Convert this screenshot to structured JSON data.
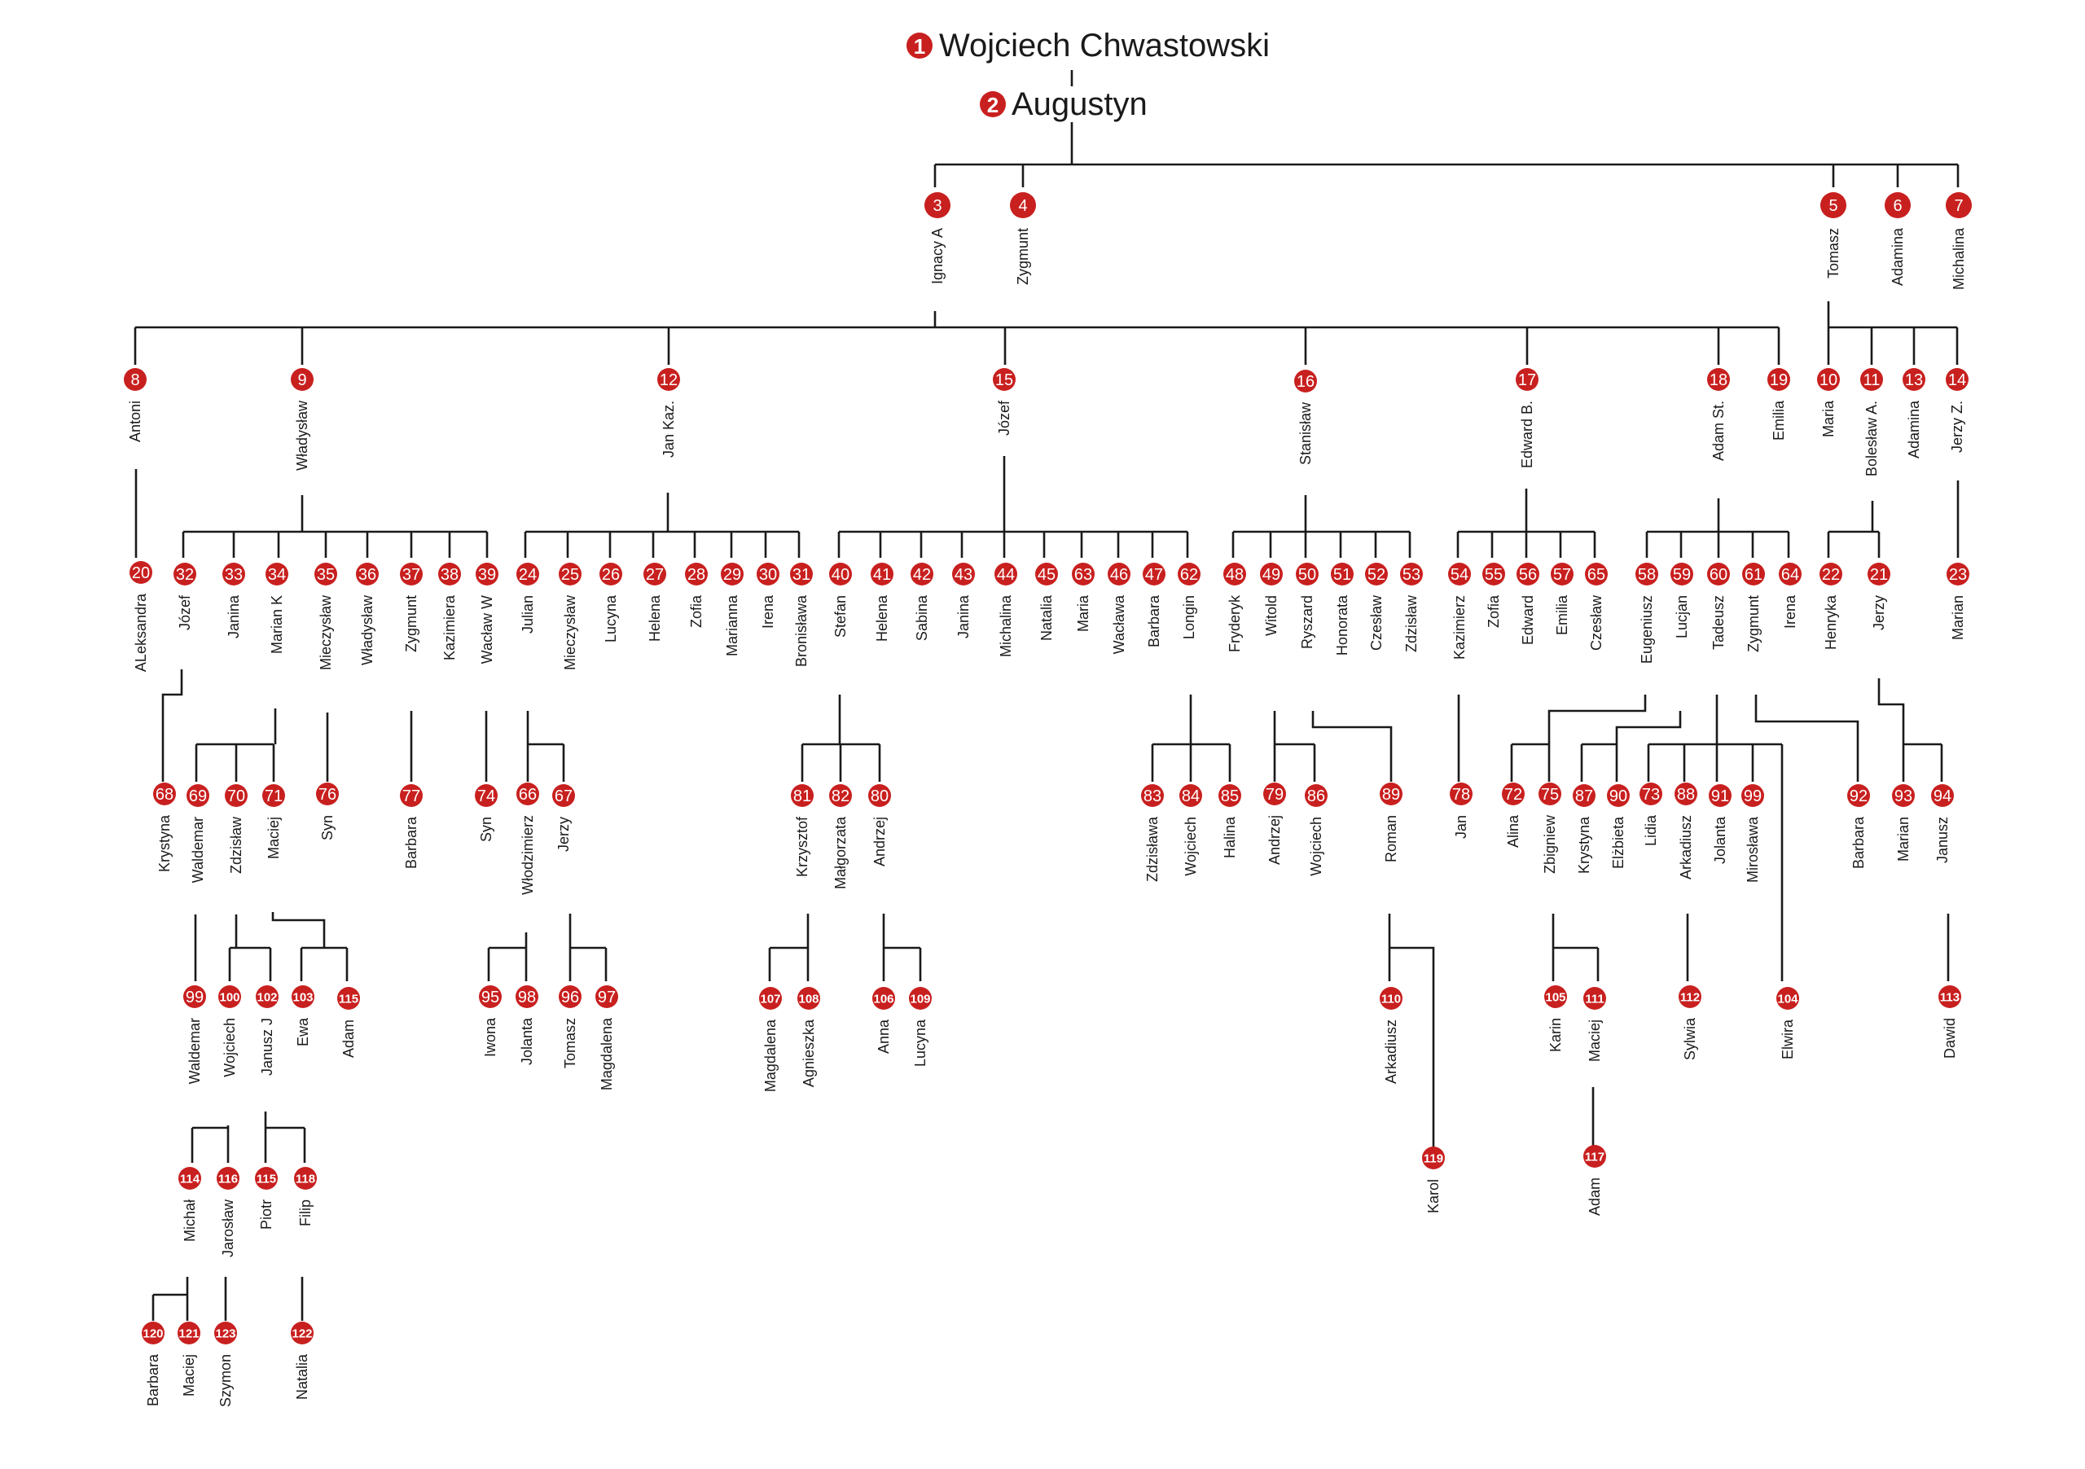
{
  "roots": [
    {
      "num": "1",
      "name": "Wojciech Chwastowski"
    },
    {
      "num": "2",
      "name": "Augustyn"
    }
  ],
  "people": [
    {
      "num": "3",
      "name": "Ignacy A"
    },
    {
      "num": "4",
      "name": "Zygmunt"
    },
    {
      "num": "5",
      "name": "Tomasz"
    },
    {
      "num": "6",
      "name": "Adamina"
    },
    {
      "num": "7",
      "name": "Michalina"
    },
    {
      "num": "8",
      "name": "Antoni"
    },
    {
      "num": "9",
      "name": "Władysław"
    },
    {
      "num": "12",
      "name": "Jan Kaz."
    },
    {
      "num": "15",
      "name": "Józef"
    },
    {
      "num": "16",
      "name": "Stanisław"
    },
    {
      "num": "17",
      "name": "Edward B."
    },
    {
      "num": "18",
      "name": "Adam St."
    },
    {
      "num": "19",
      "name": "Emilia"
    },
    {
      "num": "10",
      "name": "Maria"
    },
    {
      "num": "11",
      "name": "Bolesław A."
    },
    {
      "num": "13",
      "name": "Adamina"
    },
    {
      "num": "14",
      "name": "Jerzy Z."
    },
    {
      "num": "20",
      "name": "ALeksandra"
    },
    {
      "num": "32",
      "name": "Józef"
    },
    {
      "num": "33",
      "name": "Janina"
    },
    {
      "num": "34",
      "name": "Marian K"
    },
    {
      "num": "35",
      "name": "Mieczysław"
    },
    {
      "num": "36",
      "name": "Władysław"
    },
    {
      "num": "37",
      "name": "Zygmunt"
    },
    {
      "num": "38",
      "name": "Kazimiera"
    },
    {
      "num": "39",
      "name": "Wacław W"
    },
    {
      "num": "24",
      "name": "Julian"
    },
    {
      "num": "25",
      "name": "Mieczysław"
    },
    {
      "num": "26",
      "name": "Lucyna"
    },
    {
      "num": "27",
      "name": "Helena"
    },
    {
      "num": "28",
      "name": "Zofia"
    },
    {
      "num": "29",
      "name": "Marianna"
    },
    {
      "num": "30",
      "name": "Irena"
    },
    {
      "num": "31",
      "name": "Bronisława"
    },
    {
      "num": "40",
      "name": "Stefan"
    },
    {
      "num": "41",
      "name": "Helena"
    },
    {
      "num": "42",
      "name": "Sabina"
    },
    {
      "num": "43",
      "name": "Janina"
    },
    {
      "num": "44",
      "name": "Michalina"
    },
    {
      "num": "45",
      "name": "Natalia"
    },
    {
      "num": "63",
      "name": "Maria"
    },
    {
      "num": "46",
      "name": "Wacława"
    },
    {
      "num": "47",
      "name": "Barbara"
    },
    {
      "num": "62",
      "name": "Longin"
    },
    {
      "num": "48",
      "name": "Fryderyk"
    },
    {
      "num": "49",
      "name": "Witold"
    },
    {
      "num": "50",
      "name": "Ryszard"
    },
    {
      "num": "51",
      "name": "Honorata"
    },
    {
      "num": "52",
      "name": "Czesław"
    },
    {
      "num": "53",
      "name": "Zdzisław"
    },
    {
      "num": "54",
      "name": "Kazimierz"
    },
    {
      "num": "55",
      "name": "Zofia"
    },
    {
      "num": "56",
      "name": "Edward"
    },
    {
      "num": "57",
      "name": "Emilia"
    },
    {
      "num": "65",
      "name": "Czesław"
    },
    {
      "num": "58",
      "name": "Eugeniusz"
    },
    {
      "num": "59",
      "name": "Lucjan"
    },
    {
      "num": "60",
      "name": "Tadeusz"
    },
    {
      "num": "61",
      "name": "Zygmunt"
    },
    {
      "num": "64",
      "name": "Irena"
    },
    {
      "num": "22",
      "name": "Henryka"
    },
    {
      "num": "21",
      "name": "Jerzy"
    },
    {
      "num": "23",
      "name": "Marian"
    },
    {
      "num": "68",
      "name": "Krystyna"
    },
    {
      "num": "69",
      "name": "Waldemar"
    },
    {
      "num": "70",
      "name": "Zdzisław"
    },
    {
      "num": "71",
      "name": "Maciej"
    },
    {
      "num": "76",
      "name": "Syn"
    },
    {
      "num": "77",
      "name": "Barbara"
    },
    {
      "num": "74",
      "name": "Syn"
    },
    {
      "num": "66",
      "name": "Włodzimierz"
    },
    {
      "num": "67",
      "name": "Jerzy"
    },
    {
      "num": "81",
      "name": "Krzysztof"
    },
    {
      "num": "82",
      "name": "Małgorzata"
    },
    {
      "num": "80",
      "name": "Andrzej"
    },
    {
      "num": "83",
      "name": "Zdzisława"
    },
    {
      "num": "84",
      "name": "Wojciech"
    },
    {
      "num": "85",
      "name": "Halina"
    },
    {
      "num": "79",
      "name": "Andrzej"
    },
    {
      "num": "86",
      "name": "Wojciech"
    },
    {
      "num": "89",
      "name": "Roman"
    },
    {
      "num": "78",
      "name": "Jan"
    },
    {
      "num": "72",
      "name": "Alina"
    },
    {
      "num": "75",
      "name": "Zbigniew"
    },
    {
      "num": "87",
      "name": "Krystyna"
    },
    {
      "num": "90",
      "name": "Elżbieta"
    },
    {
      "num": "73",
      "name": "Lidia"
    },
    {
      "num": "88",
      "name": "Arkadiusz"
    },
    {
      "num": "91",
      "name": "Jolanta"
    },
    {
      "num": "99",
      "name": "Mirosława"
    },
    {
      "num": "92",
      "name": "Barbara"
    },
    {
      "num": "93",
      "name": "Marian"
    },
    {
      "num": "94",
      "name": "Janusz"
    },
    {
      "num": "99",
      "name": "Waldemar"
    },
    {
      "num": "100",
      "name": "Wojciech"
    },
    {
      "num": "102",
      "name": "Janusz J"
    },
    {
      "num": "103",
      "name": "Ewa"
    },
    {
      "num": "115",
      "name": "Adam"
    },
    {
      "num": "95",
      "name": "Iwona"
    },
    {
      "num": "98",
      "name": "Jolanta"
    },
    {
      "num": "96",
      "name": "Tomasz"
    },
    {
      "num": "97",
      "name": "Magdalena"
    },
    {
      "num": "107",
      "name": "Magdalena"
    },
    {
      "num": "108",
      "name": "Agnieszka"
    },
    {
      "num": "106",
      "name": "Anna"
    },
    {
      "num": "109",
      "name": "Lucyna"
    },
    {
      "num": "110",
      "name": "Arkadiusz"
    },
    {
      "num": "105",
      "name": "Karin"
    },
    {
      "num": "111",
      "name": "Maciej"
    },
    {
      "num": "112",
      "name": "Sylwia"
    },
    {
      "num": "104",
      "name": "Elwira"
    },
    {
      "num": "113",
      "name": "Dawid"
    },
    {
      "num": "114",
      "name": "Michał"
    },
    {
      "num": "116",
      "name": "Jarosław"
    },
    {
      "num": "115",
      "name": "Piotr"
    },
    {
      "num": "118",
      "name": "Filip"
    },
    {
      "num": "119",
      "name": "Karol"
    },
    {
      "num": "117",
      "name": "Adam"
    },
    {
      "num": "120",
      "name": "Barbara"
    },
    {
      "num": "121",
      "name": "Maciej"
    },
    {
      "num": "123",
      "name": "Szymon"
    },
    {
      "num": "122",
      "name": "Natalia"
    }
  ]
}
